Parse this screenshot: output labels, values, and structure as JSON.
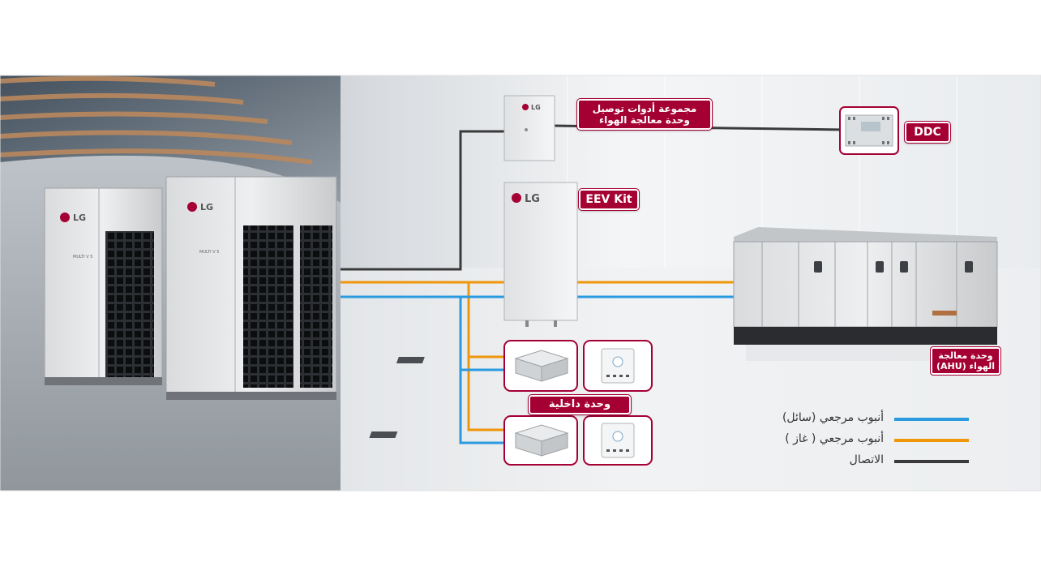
{
  "brand": {
    "logo_text": "LG",
    "color": "#a50034"
  },
  "outdoor_units": {
    "model_label": "MULTI V 5",
    "count": 2
  },
  "labels": {
    "ahu_kit_line1": "مجموعة أدوات توصيل",
    "ahu_kit_line2": "وحدة معالجة الهواء",
    "ddc": "DDC",
    "eev_kit": "EEV Kit",
    "indoor_unit": "وحدة داخلية",
    "ahu_line1": "وحدة معالجة",
    "ahu_line2": "الهواء (AHU)"
  },
  "legend": [
    {
      "label": "أنبوب مرجعي (سائل)",
      "color": "#2b9be0"
    },
    {
      "label": "أنبوب مرجعي ( غاز )",
      "color": "#f0960a"
    },
    {
      "label": "الاتصال",
      "color": "#3a3a3a"
    }
  ],
  "pipe_colors": {
    "liquid": "#2b9be0",
    "gas": "#f0960a",
    "communication": "#3a3a3a"
  }
}
